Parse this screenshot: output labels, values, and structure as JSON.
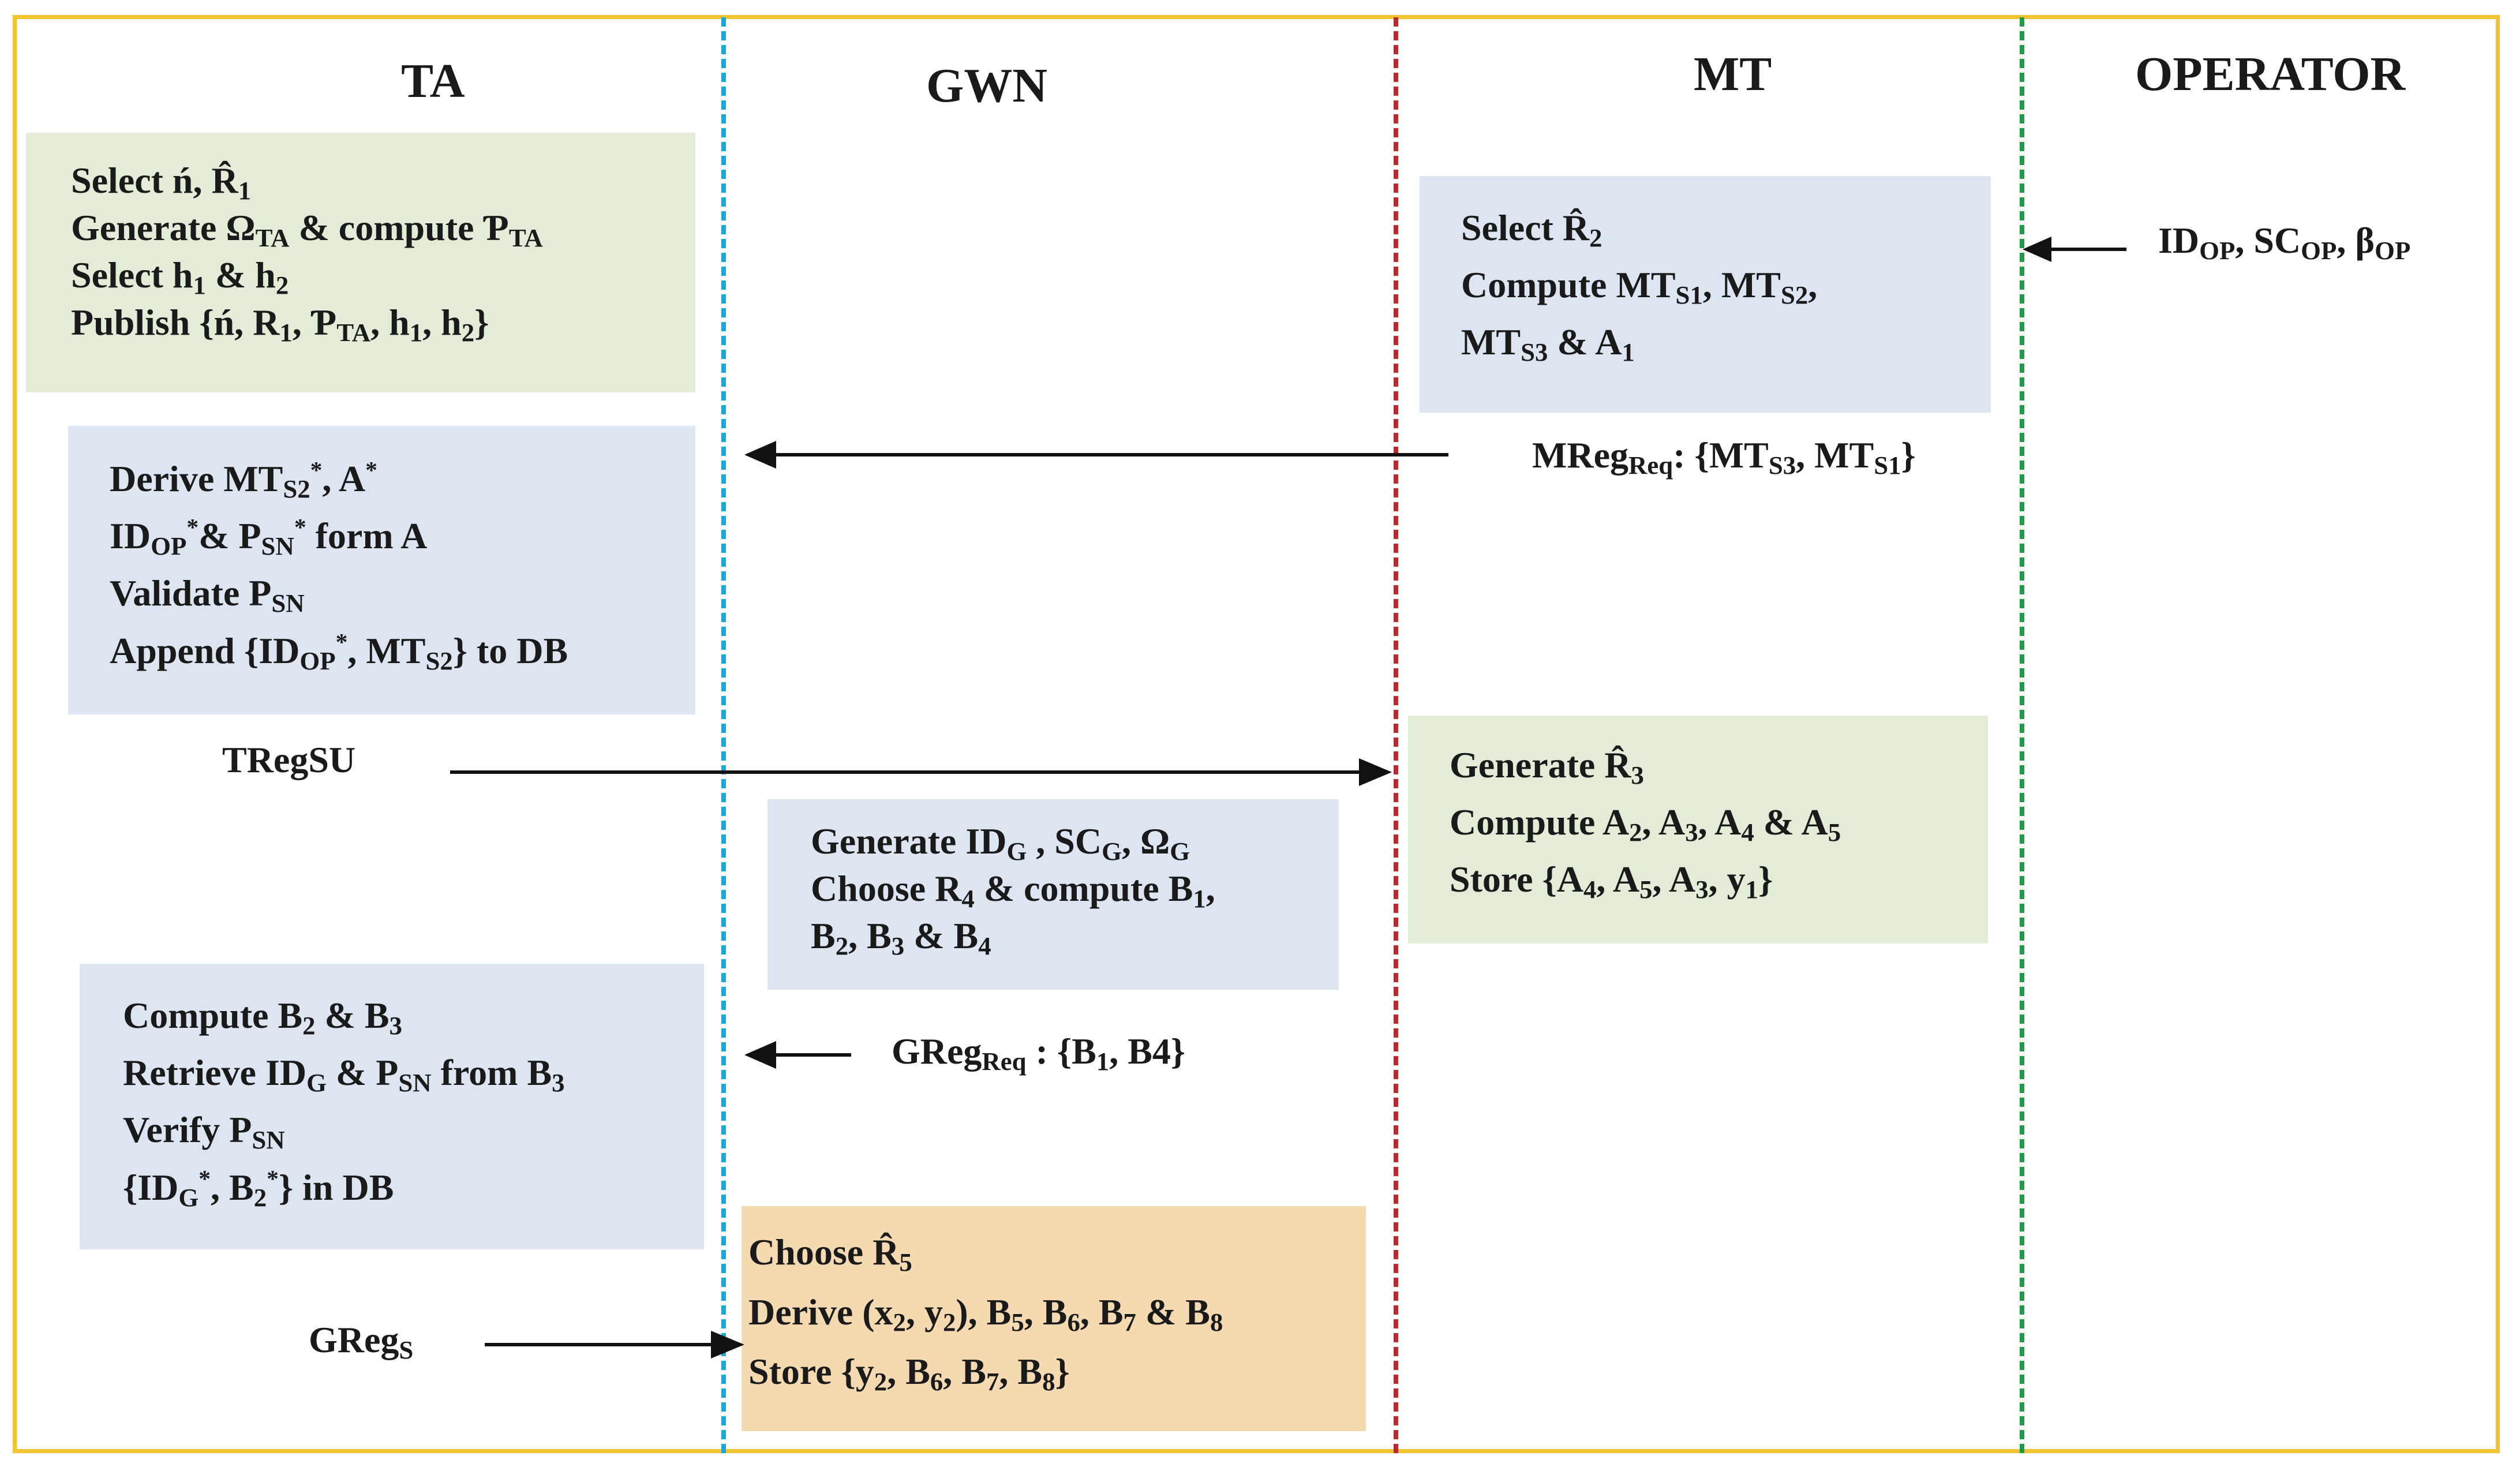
{
  "headers": {
    "ta": "TA",
    "gwn": "GWN",
    "mt": "MT",
    "operator": "OPERATOR"
  },
  "ta_setup": {
    "l1_main": "Select ń, R̂",
    "l1_sub": "1",
    "l2_a": "Generate Ω",
    "l2_sub1": "TA",
    "l2_b": " & compute Ƥ",
    "l2_sub2": "TA",
    "l3_a": "Select h",
    "l3_sub1": "1",
    "l3_b": " & h",
    "l3_sub2": "2",
    "l4_a": "Publish {ń, R",
    "l4_sub1": "1",
    "l4_b": ", Ƥ",
    "l4_sub2": "TA",
    "l4_c": ", h",
    "l4_sub3": "1",
    "l4_d": ", h",
    "l4_sub4": "2",
    "l4_e": "}"
  },
  "mt_setup": {
    "l1_a": "Select R̂",
    "l1_sub": "2",
    "l2_a": "Compute MT",
    "l2_sub1": "S1",
    "l2_b": ", MT",
    "l2_sub2": "S2",
    "l2_c": ",",
    "l3_a": "MT",
    "l3_sub": "S3",
    "l3_b": " & A",
    "l3_sub2": "1"
  },
  "operator_input": {
    "a": "ID",
    "sub1": "OP",
    "b": ", SC",
    "sub2": "OP",
    "c": ", β",
    "sub3": "OP"
  },
  "mreg_msg": {
    "a": "MReg",
    "sub1": "Req",
    "b": ": {MT",
    "sub2": "S3",
    "c": ", MT",
    "sub3": "S1",
    "d": "}"
  },
  "ta_derive": {
    "l1_a": "Derive MT",
    "l1_sub": "S2",
    "l1_sup1": "*",
    "l1_b": ", A",
    "l1_sup2": "*",
    "l2_a": "ID",
    "l2_sub1": "OP",
    "l2_sup1": "*",
    "l2_b": "& P",
    "l2_sub2": "SN",
    "l2_sup2": "*",
    "l2_c": " form A",
    "l3_a": "Validate P",
    "l3_sub": "SN",
    "l4_a": "Append {ID",
    "l4_sub1": "OP",
    "l4_sup": "*",
    "l4_b": ", MT",
    "l4_sub2": "S2",
    "l4_c": "} to DB"
  },
  "treg_msg": {
    "label": "TRegSU"
  },
  "mt_generate": {
    "l1_a": "Generate R̂",
    "l1_sub": "3",
    "l2_a": "Compute A",
    "l2_s1": "2",
    "l2_b": ", A",
    "l2_s2": "3",
    "l2_c": ", A",
    "l2_s3": "4",
    "l2_d": " & A",
    "l2_s4": "5",
    "l3_a": "Store {A",
    "l3_s1": "4",
    "l3_b": ", A",
    "l3_s2": "5",
    "l3_c": ", A",
    "l3_s3": "3",
    "l3_d": ", y",
    "l3_s4": "1",
    "l3_e": "}"
  },
  "gwn_generate": {
    "l1_a": "Generate ID",
    "l1_s1": "G",
    "l1_b": " , SC",
    "l1_s2": "G",
    "l1_c": ", Ω",
    "l1_s3": "G",
    "l2_a": "Choose R",
    "l2_s1": "4",
    "l2_b": " & compute B",
    "l2_s2": "1",
    "l2_c": ",",
    "l3_a": "B",
    "l3_s1": "2",
    "l3_b": ", B",
    "l3_s2": "3",
    "l3_c": " & B",
    "l3_s3": "4"
  },
  "ta_compute": {
    "l1_a": "Compute B",
    "l1_s1": "2",
    "l1_b": " & B",
    "l1_s2": "3",
    "l2_a": "Retrieve ID",
    "l2_s1": "G",
    "l2_b": " & P",
    "l2_s2": "SN",
    "l2_c": " from B",
    "l2_s3": "3",
    "l3_a": "Verify P",
    "l3_s1": "SN",
    "l4_a": "{ID",
    "l4_s1": "G",
    "l4_sup1": "*",
    "l4_b": ", B",
    "l4_s2": "2",
    "l4_sup2": "*",
    "l4_c": "} in DB"
  },
  "greg_req_msg": {
    "a": "GReg",
    "sub": "Req",
    "b": " : {B",
    "s1": "1",
    "c": ", B4}"
  },
  "greg_s_msg": {
    "a": "GReg",
    "sub": "S"
  },
  "gwn_final": {
    "l1_a": "Choose R̂",
    "l1_s1": "5",
    "l2_a": "Derive (x",
    "l2_s1": "2",
    "l2_b": ", y",
    "l2_s2": "2",
    "l2_c": "), B",
    "l2_s3": "5",
    "l2_d": ", B",
    "l2_s4": "6",
    "l2_e": ", B",
    "l2_s5": "7",
    "l2_f": " & B",
    "l2_s6": "8",
    "l3_a": "Store {y",
    "l3_s1": "2",
    "l3_b": ", B",
    "l3_s2": "6",
    "l3_c": ", B",
    "l3_s3": "7",
    "l3_d": ", B",
    "l3_s4": "8",
    "l3_e": "}"
  },
  "colors": {
    "frame": "#f2c230",
    "lane_gwn": "#1ba7d9",
    "lane_mt": "#c0272d",
    "lane_operator": "#1d9a4a",
    "green_box": "#e3ecd7",
    "blue_box": "#dce5f1",
    "tan_box": "#f4d9b1"
  }
}
